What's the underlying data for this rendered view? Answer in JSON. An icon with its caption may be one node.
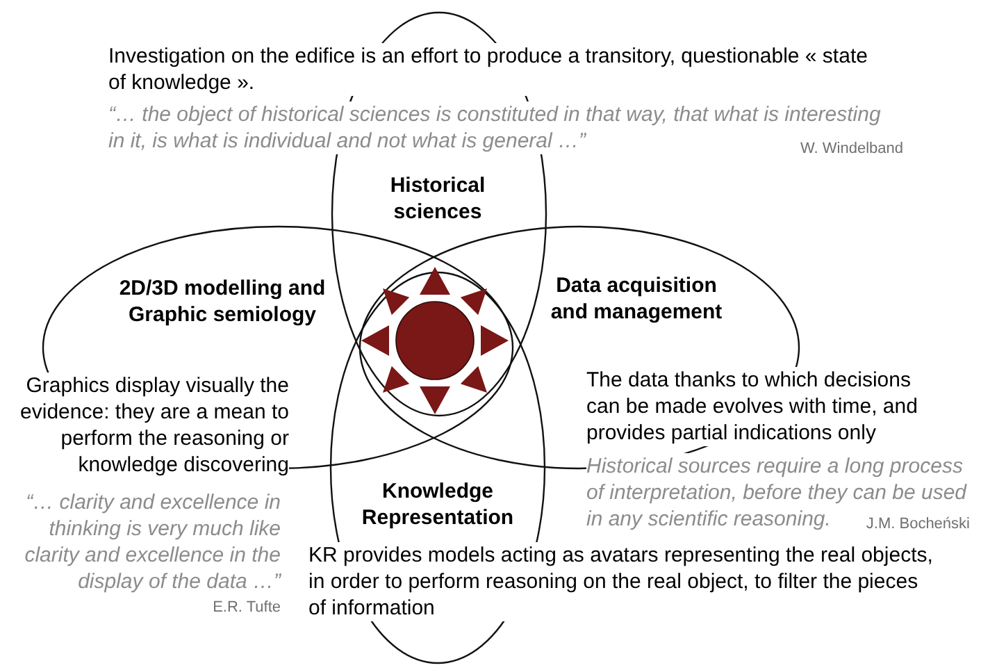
{
  "diagram": {
    "nodes": [
      {
        "text": [
          "Investigation on the edifice is an effort to produce a transitory, questionable « state of knowledge ».",
          "“… the object of historical sciences is constituted in that way, that what is interesting in it, is what is individual and not what is general …”",
          "W. Windelband",
          "Historical sciences"
        ]
      },
      {
        "text": [
          "2D/3D modelling and Graphic semiology",
          "Graphics display visually the evidence: they are a mean to perform the reasoning or knowledge discovering"
        ],
        "beside": [
          "“… clarity and excellence in thinking is very much like clarity and excellence in the display of the data …”",
          "E.R. Tufte"
        ]
      },
      {
        "text": [
          "Data acquisition and management",
          "The data thanks to which decisions can be made evolves with time, and provides partial indications only"
        ],
        "beside": [
          "Historical sources require a long process of interpretation, before they can be used in any scientific reasoning.",
          "J.M. Bocheński"
        ]
      },
      {
        "text": [
          "Knowledge Representation"
        ],
        "beside": [
          "KR provides models acting as avatars representing the real objects, in order to perform reasoning on the real object, to filter the pieces of information"
        ]
      }
    ]
  }
}
